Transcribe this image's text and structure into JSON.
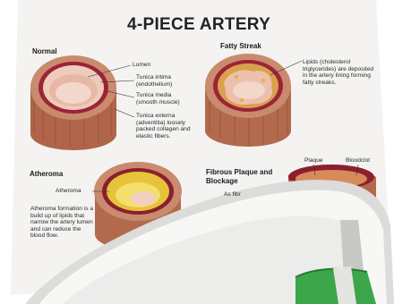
{
  "poster": {
    "title": "4-PIECE ARTERY",
    "sections": {
      "normal": "Normal",
      "fatty_streak": "Fatty Streak",
      "atheroma": "Atheroma",
      "fibrous": "Fibrous Plaque and Blockage"
    },
    "normal_labels": {
      "lumen": "Lumen",
      "intima": "Tunica intima (endothelium)",
      "media": "Tunica media (smooth muscle)",
      "externa": "Tunica externa (adventitia) loosely packed collagen and elastic fibers."
    },
    "fatty_streak_text": "Lipids (cholesterol triglycerides) are deposited in the artery lining forming fatty streaks.",
    "atheroma_pointer": "Atheroma",
    "atheroma_text": "Atheroma formation is a build up of lipids that narrow the artery lumen and can reduce the blood flow.",
    "fibrous_partial": "As fibr",
    "plaque": "Plaque",
    "bloodclot": "Bloodclot"
  },
  "colors": {
    "background": "#ffffff",
    "poster": "#f4f3f1",
    "artery_outer": "#c27a5c",
    "intima": "#8c1f2e",
    "lumen_pink": "#f0c4b4",
    "plaque_yellow": "#f2d33c",
    "holder_white": "#f7f7f6",
    "holder_green": "#3ca64a"
  }
}
